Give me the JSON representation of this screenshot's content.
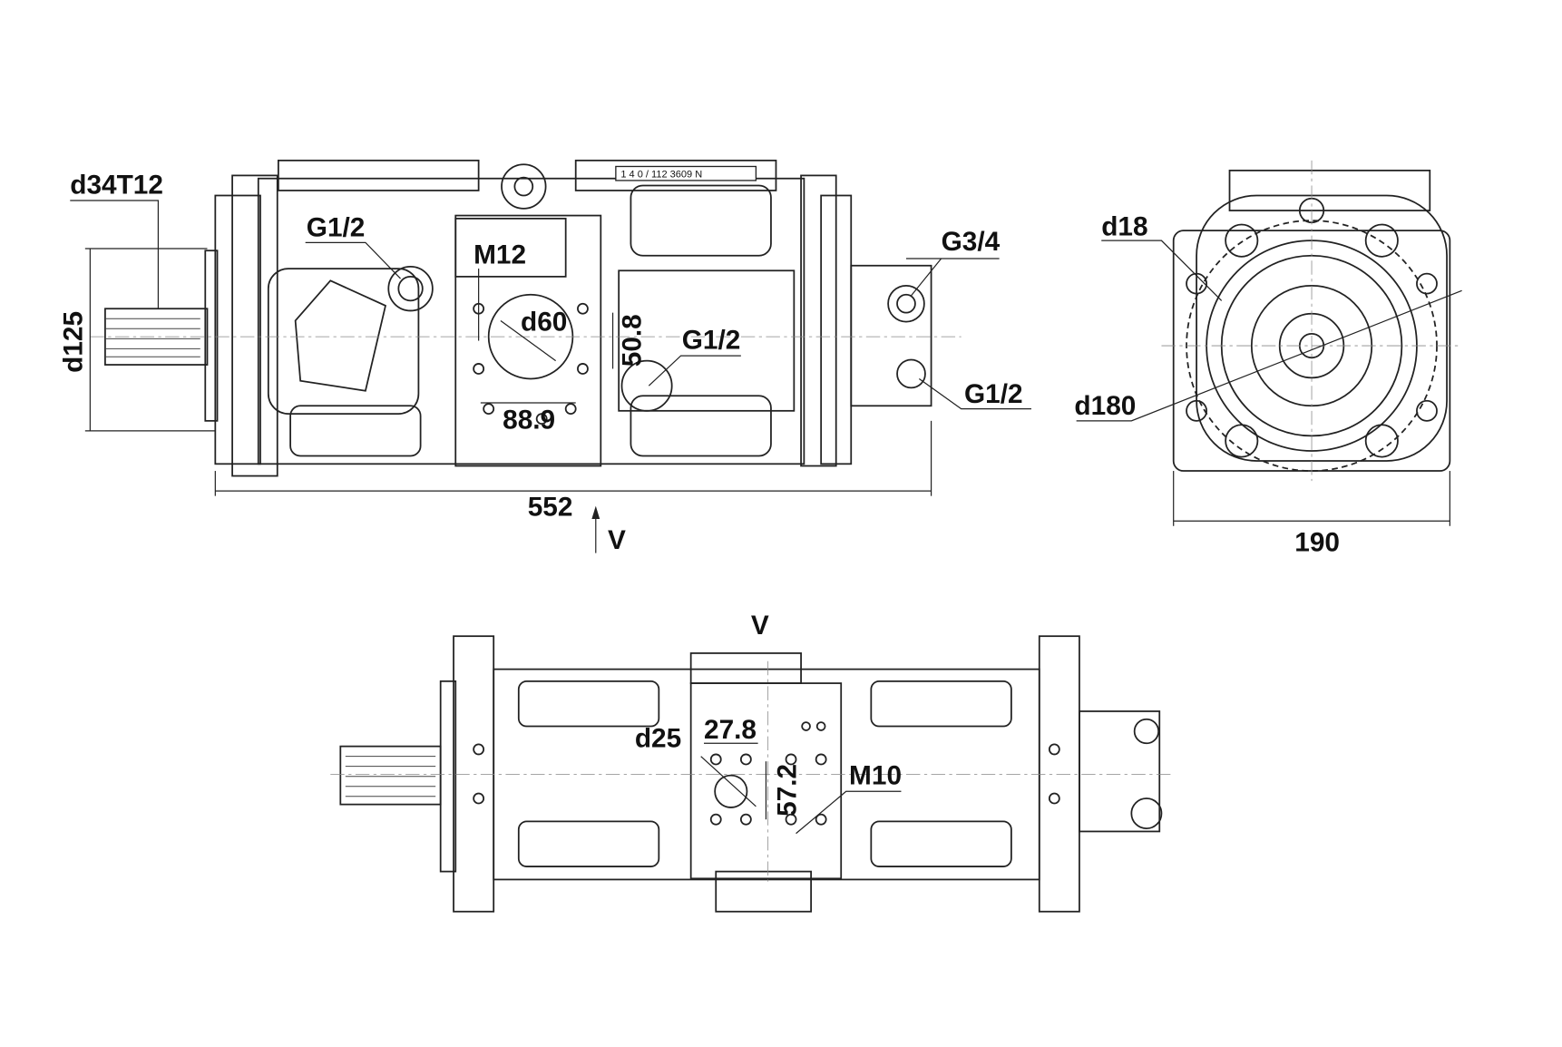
{
  "title": "Hydraulic tandem pump dimension drawing",
  "nameplate": "1 4 0 / 112 3609 N",
  "front_view": {
    "labels": {
      "shaft": "d34T12",
      "pilot": "d125",
      "port_g12_top": "G1/2",
      "thread_m12": "M12",
      "port_d60": "d60",
      "spacing_508": "50.8",
      "port_g12_mid": "G1/2",
      "spacing_889": "88.9",
      "port_g34": "G3/4",
      "port_g12_right": "G1/2",
      "length": "552",
      "view_marker": "V"
    }
  },
  "end_view": {
    "labels": {
      "hole": "d18",
      "bolt_circle": "d180",
      "width": "190"
    }
  },
  "bottom_view": {
    "labels": {
      "view_marker": "V",
      "port_d25": "d25",
      "spacing_278": "27.8",
      "spacing_572": "57.2",
      "thread_m10": "M10"
    }
  }
}
